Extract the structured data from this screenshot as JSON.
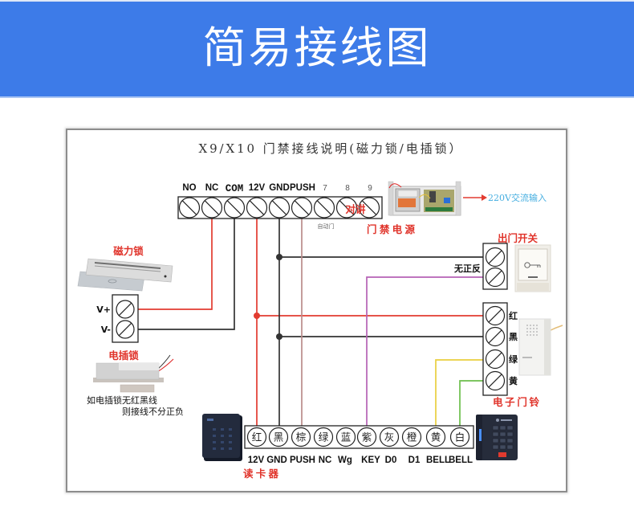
{
  "header": {
    "title": "简易接线图",
    "background_color": "#3d7be8"
  },
  "diagram": {
    "title": "X9/X10 门禁接线说明(磁力锁/电插锁）",
    "controller": {
      "terminals": [
        "NO",
        "NC",
        "COM",
        "12V",
        "GND",
        "PUSH",
        "7",
        "8",
        "9"
      ],
      "auto_door_note": "自动门",
      "intercom_label": "对讲"
    },
    "power_supply": {
      "label": "门禁电源",
      "input_label": "220V交流输入"
    },
    "mag_lock": {
      "label": "磁力锁",
      "terminals": [
        "V+",
        "V-"
      ]
    },
    "strike_lock": {
      "label": "电插锁",
      "note_line1": "如电插锁无红黑线",
      "note_line2": "则接线不分正负"
    },
    "exit_button": {
      "label": "出门开关",
      "note": "无正反"
    },
    "doorbell": {
      "label": "电子门铃",
      "terminals": [
        "红",
        "黑",
        "绿",
        "黄"
      ]
    },
    "reader": {
      "label": "读卡器",
      "wire_colors": [
        "红",
        "黑",
        "棕",
        "绿",
        "蓝",
        "紫",
        "灰",
        "橙",
        "黄",
        "白"
      ],
      "signals": [
        "12V",
        "GND",
        "PUSH",
        "NC",
        "Wg",
        "KEY",
        "D0",
        "D1",
        "BELL",
        "BELL"
      ]
    },
    "wire_colors": {
      "red": "#e23b30",
      "black": "#333333",
      "brown": "#b98c8a",
      "purple": "#b562b5",
      "yellow": "#e9cf3f",
      "green": "#6cbf4c"
    },
    "connections": [
      {
        "from": "控制器 NC",
        "to": "磁力锁 V+",
        "color": "red"
      },
      {
        "from": "控制器 COM",
        "to": "磁力锁 V-",
        "color": "black"
      },
      {
        "from": "控制器 12V",
        "to": "读卡器 12V (红)",
        "color": "red"
      },
      {
        "from": "控制器 12V",
        "to": "电子门铃 红",
        "color": "red"
      },
      {
        "from": "控制器 GND",
        "to": "读卡器 GND (黑)",
        "color": "black"
      },
      {
        "from": "控制器 GND",
        "to": "出门开关",
        "color": "black"
      },
      {
        "from": "控制器 GND",
        "to": "电子门铃 黑",
        "color": "black"
      },
      {
        "from": "控制器 PUSH",
        "to": "读卡器 PUSH (棕)",
        "color": "brown"
      },
      {
        "from": "读卡器 KEY (紫)",
        "to": "出门开关",
        "color": "purple"
      },
      {
        "from": "读卡器 BELL (黄)",
        "to": "电子门铃 绿",
        "color": "yellow"
      },
      {
        "from": "读卡器 BELL (白)",
        "to": "电子门铃 黄",
        "color": "green"
      }
    ]
  }
}
